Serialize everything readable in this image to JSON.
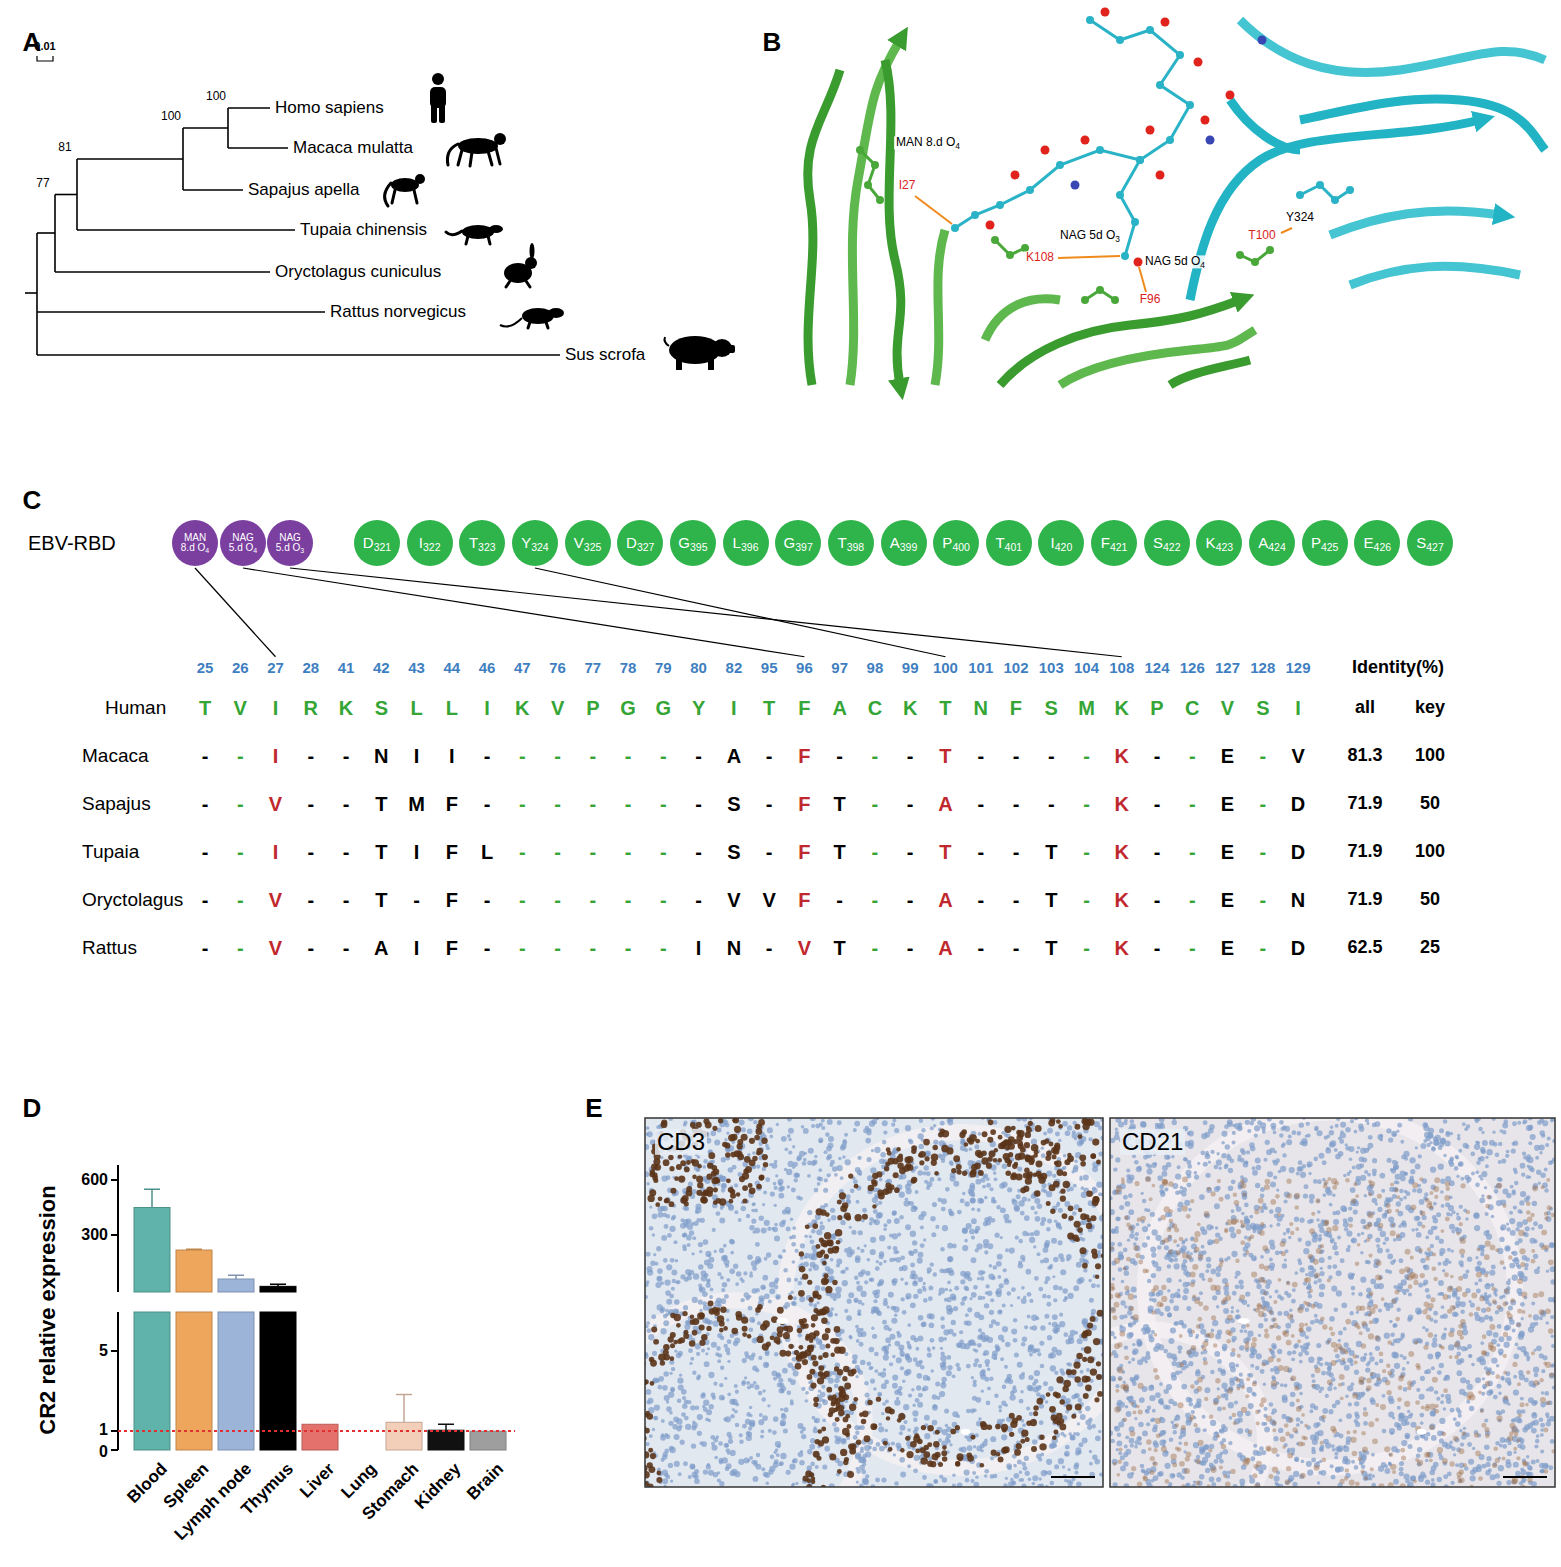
{
  "diagram": {
    "nodes": [
      {
        "text": [
          "MAN 8.d O4"
        ]
      },
      {
        "text": [
          "NAG 5.d O4"
        ]
      },
      {
        "text": [
          "NAG 5.d O3"
        ]
      },
      {
        "text": [
          "D321"
        ]
      },
      {
        "text": [
          "I322"
        ]
      },
      {
        "text": [
          "T323"
        ]
      },
      {
        "text": [
          "Y324"
        ]
      },
      {
        "text": [
          "V325"
        ]
      },
      {
        "text": [
          "D327"
        ]
      },
      {
        "text": [
          "G395"
        ]
      },
      {
        "text": [
          "L396"
        ]
      },
      {
        "text": [
          "G397"
        ]
      },
      {
        "text": [
          "T398"
        ]
      },
      {
        "text": [
          "A399"
        ]
      },
      {
        "text": [
          "P400"
        ]
      },
      {
        "text": [
          "T401"
        ]
      },
      {
        "text": [
          "I420"
        ]
      },
      {
        "text": [
          "F421"
        ]
      },
      {
        "text": [
          "S422"
        ]
      },
      {
        "text": [
          "K423"
        ]
      },
      {
        "text": [
          "A424"
        ]
      },
      {
        "text": [
          "P425"
        ]
      },
      {
        "text": [
          "E426"
        ]
      },
      {
        "text": [
          "S427"
        ]
      }
    ],
    "labels": [
      "A",
      "B",
      "C",
      "D",
      "E",
      "0.01",
      "100",
      "100",
      "81",
      "77",
      "Homo sapiens",
      "Macaca mulatta",
      "Sapajus apella",
      "Tupaia chinensis",
      "Oryctolagus cuniculus",
      "Rattus norvegicus",
      "Sus scrofa",
      "MAN 8.d O4",
      "I27",
      "K108",
      "NAG 5d O3",
      "NAG 5d O4",
      "F96",
      "T100",
      "Y324",
      "EBV-RBD",
      "25",
      "26",
      "27",
      "28",
      "41",
      "42",
      "43",
      "44",
      "46",
      "47",
      "76",
      "77",
      "78",
      "79",
      "80",
      "82",
      "95",
      "96",
      "97",
      "98",
      "99",
      "100",
      "101",
      "102",
      "103",
      "104",
      "108",
      "124",
      "126",
      "127",
      "128",
      "129",
      "Human",
      "T",
      "V",
      "I",
      "R",
      "K",
      "S",
      "L",
      "L",
      "I",
      "K",
      "V",
      "P",
      "G",
      "G",
      "Y",
      "I",
      "T",
      "F",
      "A",
      "C",
      "K",
      "T",
      "N",
      "F",
      "S",
      "M",
      "K",
      "P",
      "C",
      "V",
      "S",
      "I",
      "Identity(%)",
      "all",
      "key",
      "Macaca",
      "-",
      "-",
      "I",
      "-",
      "-",
      "N",
      "I",
      "I",
      "-",
      "-",
      "-",
      "-",
      "-",
      "-",
      "-",
      "A",
      "-",
      "F",
      "-",
      "-",
      "-",
      "T",
      "-",
      "-",
      "-",
      "-",
      "K",
      "-",
      "-",
      "E",
      "-",
      "V",
      "81.3",
      "100",
      "Sapajus",
      "-",
      "-",
      "V",
      "-",
      "-",
      "T",
      "M",
      "F",
      "-",
      "-",
      "-",
      "-",
      "-",
      "-",
      "-",
      "S",
      "-",
      "F",
      "T",
      "-",
      "-",
      "A",
      "-",
      "-",
      "-",
      "-",
      "K",
      "-",
      "-",
      "E",
      "-",
      "D",
      "71.9",
      "50",
      "Tupaia",
      "-",
      "-",
      "I",
      "-",
      "-",
      "T",
      "I",
      "F",
      "L",
      "-",
      "-",
      "-",
      "-",
      "-",
      "-",
      "S",
      "-",
      "F",
      "T",
      "-",
      "-",
      "T",
      "-",
      "-",
      "T",
      "-",
      "K",
      "-",
      "-",
      "E",
      "-",
      "D",
      "71.9",
      "100",
      "Oryctolagus",
      "-",
      "-",
      "V",
      "-",
      "-",
      "T",
      "-",
      "F",
      "-",
      "-",
      "-",
      "-",
      "-",
      "-",
      "-",
      "V",
      "V",
      "F",
      "-",
      "-",
      "-",
      "A",
      "-",
      "-",
      "T",
      "-",
      "K",
      "-",
      "-",
      "E",
      "-",
      "N",
      "71.9",
      "50",
      "Rattus",
      "-",
      "-",
      "V",
      "-",
      "-",
      "A",
      "I",
      "F",
      "-",
      "-",
      "-",
      "-",
      "-",
      "-",
      "I",
      "N",
      "-",
      "V",
      "T",
      "-",
      "-",
      "A",
      "-",
      "-",
      "T",
      "-",
      "K",
      "-",
      "-",
      "E",
      "-",
      "D",
      "62.5",
      "25",
      "CR2 relative expression",
      "600",
      "300",
      "5",
      "1",
      "0",
      "Blood",
      "Spleen",
      "Lymph node",
      "Thymus",
      "Liver",
      "Lung",
      "Stomach",
      "Kidney",
      "Brain",
      "CD3",
      "CD21"
    ]
  }
}
